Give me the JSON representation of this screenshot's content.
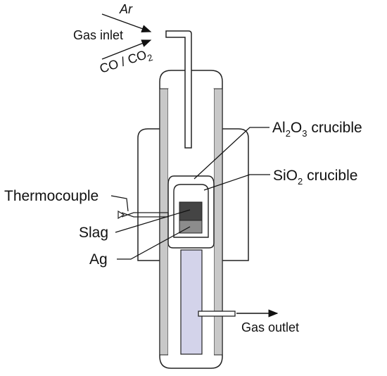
{
  "labels": {
    "ar": "Ar",
    "gas_inlet": "Gas inlet",
    "co_co2": {
      "main": "CO / CO",
      "sub": "2"
    },
    "al2o3": {
      "a": "Al",
      "s1": "2",
      "b": "O",
      "s2": "3",
      "c": " crucible"
    },
    "sio2": {
      "a": "SiO",
      "s1": "2",
      "c": " crucible"
    },
    "thermocouple": "Thermocouple",
    "slag": "Slag",
    "ag": "Ag",
    "gas_outlet": "Gas outlet"
  },
  "colors": {
    "stroke": "#222222",
    "wall_gray": "#c8c8c8",
    "support_tube": "#d3d3ea",
    "slag_dark": "#444444",
    "ag_gray": "#8c8c8c"
  }
}
